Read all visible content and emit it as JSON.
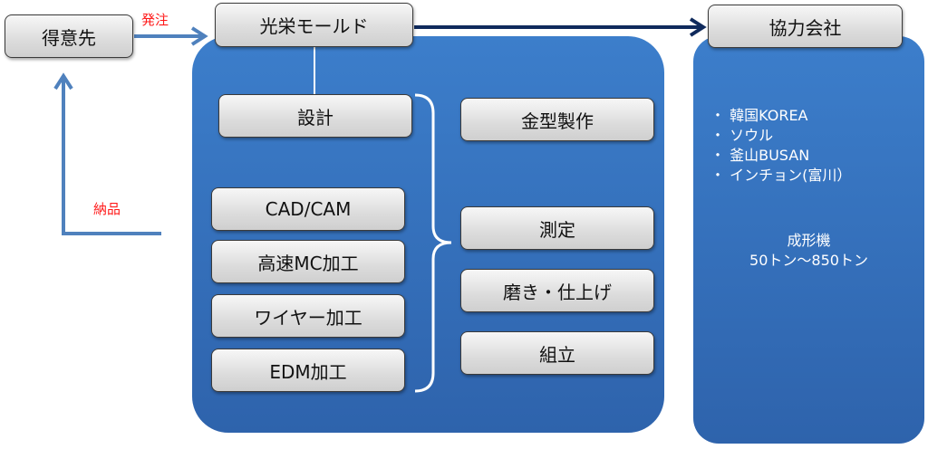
{
  "nodes": {
    "client": "得意先",
    "company": "光栄モールド",
    "partner": "協力会社",
    "design": "設計",
    "cadcam": "CAD/CAM",
    "hsmc": "高速MC加工",
    "wire": "ワイヤー加工",
    "edm": "EDM加工",
    "mold": "金型製作",
    "measure": "測定",
    "polish": "磨き・仕上げ",
    "assembly": "組立"
  },
  "labels": {
    "order": "発注",
    "delivery": "納品"
  },
  "partner_panel": {
    "bullets": [
      "韓国KOREA",
      "ソウル",
      "釜山BUSAN",
      "インチョン(富川）"
    ],
    "bullet_mark": "・",
    "machine_title": "成形機",
    "machine_range": "50トン～850トン"
  },
  "colors": {
    "panel": "#3a7bc8",
    "arrow_light": "#4f81bd",
    "arrow_dark": "#0f2a5c",
    "label": "#ff1a1a"
  }
}
